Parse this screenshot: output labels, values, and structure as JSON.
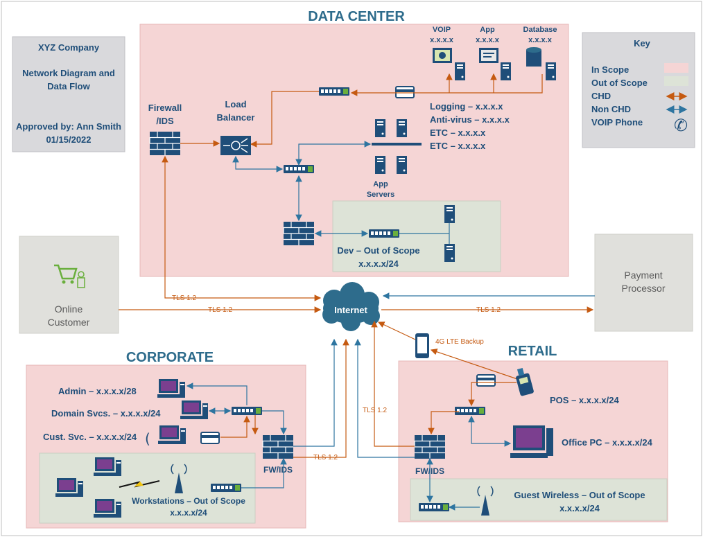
{
  "sections": {
    "data_center": "DATA CENTER",
    "corporate": "CORPORATE",
    "retail": "RETAIL"
  },
  "title_box": {
    "company": "XYZ Company",
    "line1": "Network Diagram and",
    "line2": "Data Flow",
    "approved": "Approved by: Ann Smith",
    "date": "01/15/2022"
  },
  "key": {
    "title": "Key",
    "in_scope": "In Scope",
    "out_scope": "Out of Scope",
    "chd": "CHD",
    "non_chd": "Non CHD",
    "voip_phone": "VOIP Phone"
  },
  "dc": {
    "voip": "VOIP",
    "voip_ip": "x.x.x.x",
    "app": "App",
    "app_ip": "x.x.x.x",
    "database": "Database",
    "database_ip": "x.x.x.x",
    "firewall_l1": "Firewall",
    "firewall_l2": "/IDS",
    "lb_l1": "Load",
    "lb_l2": "Balancer",
    "logging": "Logging – x.x.x.x",
    "antivirus": "Anti-virus – x.x.x.x",
    "etc1": "ETC – x.x.x.x",
    "etc2": "ETC – x.x.x.x",
    "app_servers_l1": "App",
    "app_servers_l2": "Servers",
    "dev_l1": "Dev – Out of Scope",
    "dev_l2": "x.x.x.x/24"
  },
  "online_customer": {
    "l1": "Online",
    "l2": "Customer"
  },
  "payment_processor": {
    "l1": "Payment",
    "l2": "Processor"
  },
  "internet": "Internet",
  "links": {
    "tls1": "TLS 1.2",
    "tls2": "TLS 1.2",
    "tls3": "TLS 1.2",
    "tls_corp": "TLS 1.2",
    "tls_retail": "TLS 1.2",
    "lte": "4G LTE Backup"
  },
  "corp": {
    "admin": "Admin – x.x.x.x/28",
    "domain": "Domain Svcs. – x.x.x.x/24",
    "cust": "Cust. Svc. – x.x.x.x/24",
    "fw": "FW/IDS",
    "ws_l1": "Workstations – Out of Scope",
    "ws_l2": "x.x.x.x/24"
  },
  "retail": {
    "pos": "POS – x.x.x.x/24",
    "office": "Office PC – x.x.x.x/24",
    "fw": "FW/IDS",
    "guest_l1": "Guest Wireless – Out of Scope",
    "guest_l2": "x.x.x.x/24"
  },
  "colors": {
    "in_scope": "#f5d5d5",
    "out_scope": "#dde3d7",
    "chd": "#c55a11",
    "non_chd": "#2e75a0",
    "device": "#1f4e79"
  }
}
